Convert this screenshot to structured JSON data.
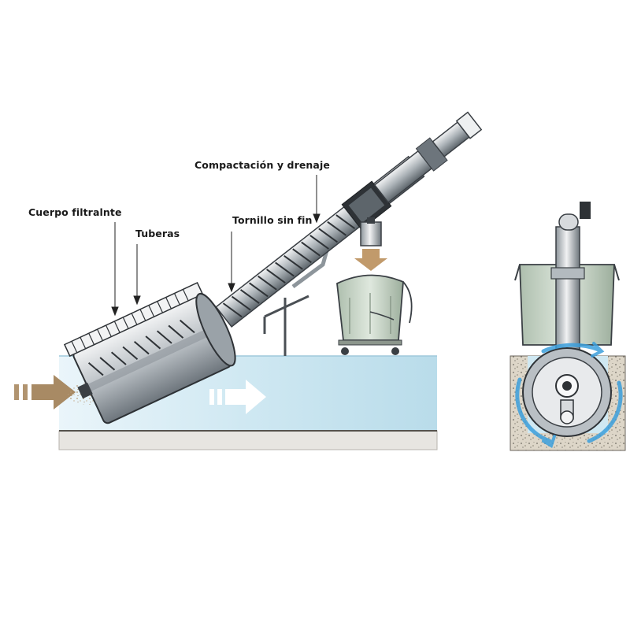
{
  "labels": {
    "cuerpo_filtrante": "Cuerpo filtralnte",
    "tuberias": "Tuberas",
    "tornillo": "Tornillo sin fin",
    "compactacion": "Compactación y drenaje"
  },
  "colors": {
    "water": "#cfe8f2",
    "water_deep": "#a9d4e6",
    "ground": "#e8e6e2",
    "flow_arrow_in": "#a88a64",
    "flow_arrow_water": "#ffffff",
    "discharge_arrow": "#c19a6b",
    "metal": "#c8cdd0",
    "metal_dark": "#3a3f44",
    "container": "#c9d8c8",
    "rotation_arrow": "#3b9fdc",
    "concrete": "#d9d2c4"
  },
  "icons": {
    "inflow": "inflow-arrow-icon",
    "water_flow": "water-flow-arrow-icon",
    "discharge": "discharge-arrow-icon",
    "rotation": "rotation-arrow-icon"
  }
}
